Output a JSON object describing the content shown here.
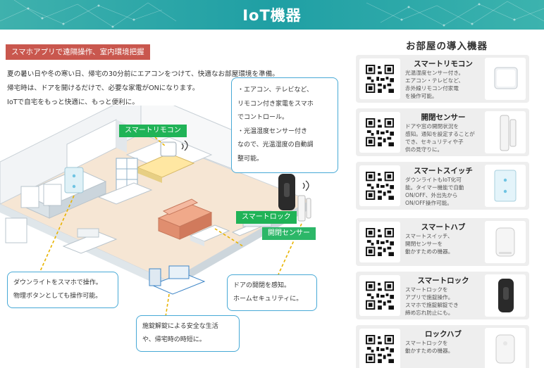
{
  "header": {
    "title": "IoT機器"
  },
  "intro": {
    "tag": "スマホアプリで遠隔操作、室内環境把握",
    "lines": [
      "夏の暑い日や冬の寒い日、帰宅の30分前にエアコンをつけて、快適なお部屋環境を準備。",
      "帰宅時は、ドアを開けるだけで、必要な家電がONになります。",
      "IoTで自宅をもっと快適に、もっと便利に。"
    ]
  },
  "labels": {
    "remote": "スマートリモコン",
    "lock": "スマートロック",
    "sensor": "開閉センサー"
  },
  "callouts": {
    "main": [
      "・エアコン、テレビなど、",
      "リモコン付き家電をスマホ",
      "でコントロール。",
      "・光温湿度センサー付き",
      "なので、光温湿度の自動調",
      "整可能。"
    ],
    "downlight": [
      "ダウンライトをスマホで操作。",
      "物理ボタンとしても操作可能。"
    ],
    "door": [
      "ドアの開閉を感知。",
      "ホームセキュリティに。"
    ],
    "safety": [
      "施錠解錠による安全な生活",
      "や、帰宅時の時短に。"
    ]
  },
  "sidebar": {
    "title": "お部屋の導入機器",
    "devices": [
      {
        "name": "スマートリモコン",
        "desc": [
          "光温湿度センサー付き。",
          "エアコン・テレビなど、",
          "赤外線リモコン付家電",
          "を操作可能。"
        ],
        "icon": "remote-device-icon"
      },
      {
        "name": "開閉センサー",
        "desc": [
          "ドアや窓の開閉状況を",
          "感知。通知を設定することが",
          "でき、セキュリティや子",
          "供の見守りに。"
        ],
        "icon": "door-sensor-icon"
      },
      {
        "name": "スマートスイッチ",
        "desc": [
          "ダウンライトもIoT化可",
          "能。タイマー機能で自動",
          "ON/OFF、外出先から",
          "ON/OFF操作可能。"
        ],
        "icon": "wall-switch-icon"
      },
      {
        "name": "スマートハブ",
        "desc": [
          "スマートスイッチ、",
          "開閉センサーを",
          "動かすための機器。"
        ],
        "icon": "smart-hub-icon"
      },
      {
        "name": "スマートロック",
        "desc": [
          "スマートロックを",
          "アプリで施錠操作。",
          "スマホで施錠解錠でき",
          "締め忘れ防止にも。"
        ],
        "icon": "smart-lock-icon"
      },
      {
        "name": "ロックハブ",
        "desc": [
          "スマートロックを",
          "動かすための機器。"
        ],
        "icon": "lock-hub-icon"
      }
    ]
  },
  "colors": {
    "header": "#1f9fa4",
    "tag": "#c9574e",
    "label_green": "#20b357",
    "callout_border": "#47a9d6",
    "card_bg": "#eeeeee"
  }
}
